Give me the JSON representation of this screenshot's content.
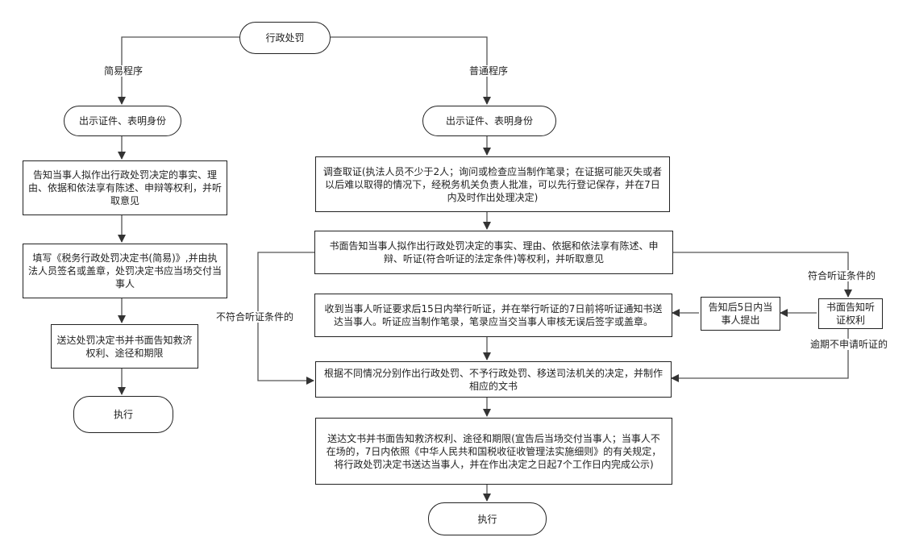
{
  "nodes": {
    "top": "行政处罚",
    "l_show_id": "出示证件、表明身份",
    "l_inform": "告知当事人拟作出行政处罚决定的事实、理由、依据和依法享有陈述、申辩等权利，并听取意见",
    "l_fill": "填写《税务行政处罚决定书(简易)》,并由执法人员签名或盖章，处罚决定书应当场交付当事人",
    "l_deliver": "送达处罚决定书并书面告知救济权利、途径和期限",
    "l_execute": "执行",
    "r_show_id": "出示证件、表明身份",
    "r_investigate": "调查取证(执法人员不少于2人；询问或检查应当制作笔录；在证据可能灭失或者以后难以取得的情况下，经税务机关负责人批准，可以先行登记保存，并在7日内及时作出处理决定)",
    "r_inform": "书面告知当事人拟作出行政处罚决定的事实、理由、依据和依法享有陈述、申辩、听证(符合听证的法定条件)等权利，并听取意见",
    "r_hearing": "收到当事人听证要求后15日内举行听证，并在举行听证的7日前将听证通知书送达当事人。听证应当制作笔录，笔录应当交当事人审核无误后签字或盖章。",
    "r_notice5": "告知后5日内当事人提出",
    "r_notify_right": "书面告知听证权利",
    "r_decide": "根据不同情况分别作出行政处罚、不予行政处罚、移送司法机关的决定，并制作相应的文书",
    "r_deliver": "送达文书并书面告知救济权利、途径和期限(宣告后当场交付当事人；当事人不在场的，7日内依照《中华人民共和国税收征收管理法实施细则》的有关规定，将行政处罚决定书送达当事人，并在作出决定之日起7个工作日内完成公示)",
    "r_execute": "执行"
  },
  "labels": {
    "simple": "简易程序",
    "ordinary": "普通程序",
    "meets_hearing": "符合听证条件的",
    "not_meets_hearing": "不符合听证条件的",
    "overdue": "逾期不申请听证的"
  }
}
